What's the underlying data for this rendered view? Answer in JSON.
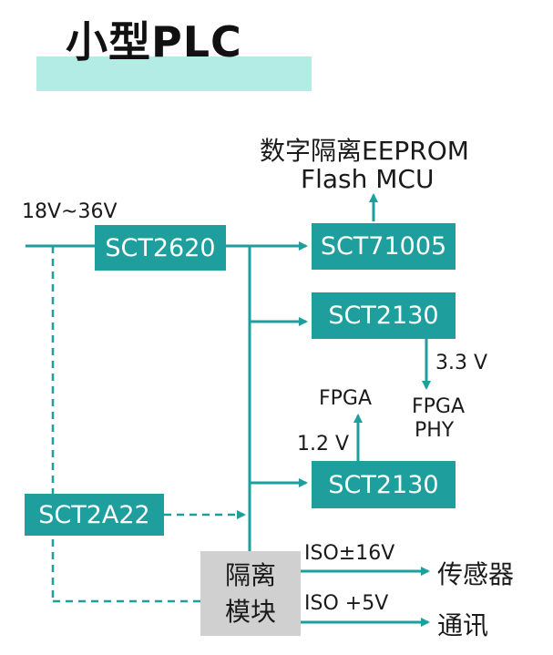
{
  "title": "小型PLC",
  "input_voltage": "18V~36V",
  "blocks": {
    "sct2620": "SCT2620",
    "sct71005": "SCT71005",
    "sct2130_top": "SCT2130",
    "sct2130_bottom": "SCT2130",
    "sct2a22": "SCT2A22"
  },
  "isolation_module": {
    "line1": "隔离",
    "line2": "模块"
  },
  "outputs": {
    "top_line1": "数字隔离EEPROM",
    "top_line2": "Flash MCU",
    "voltage_3v3": "3.3 V",
    "fpga_phy_line1": "FPGA",
    "fpga_phy_line2": "PHY",
    "fpga": "FPGA",
    "voltage_1v2": "1.2 V",
    "iso_16v": "ISO±16V",
    "sensor": "传感器",
    "iso_5v": "ISO +5V",
    "comm": "通讯"
  },
  "colors": {
    "block": "#1f9e9e",
    "wire": "#1f9e9e",
    "iso_block": "#d0d0d0",
    "title_bar": "#b3ece4"
  }
}
